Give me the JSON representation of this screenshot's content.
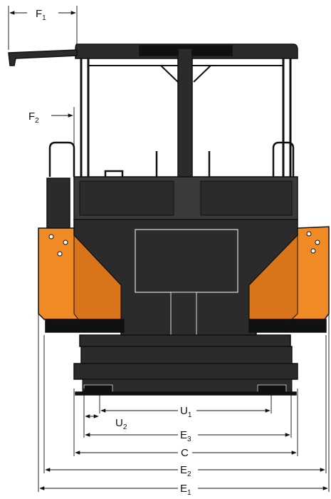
{
  "dimensions": {
    "F1": {
      "letter": "F",
      "sub": "1"
    },
    "F2": {
      "letter": "F",
      "sub": "2"
    },
    "U1": {
      "letter": "U",
      "sub": "1"
    },
    "U2": {
      "letter": "U",
      "sub": "2"
    },
    "E3": {
      "letter": "E",
      "sub": "3"
    },
    "C": {
      "letter": "C",
      "sub": ""
    },
    "E2": {
      "letter": "E",
      "sub": "2"
    },
    "E1": {
      "letter": "E",
      "sub": "1"
    }
  },
  "colors": {
    "body": "#2b2b2b",
    "body_panel": "#3a3a3a",
    "outline": "#111111",
    "hopper_orange": "#f08a24",
    "line": "#111111"
  }
}
